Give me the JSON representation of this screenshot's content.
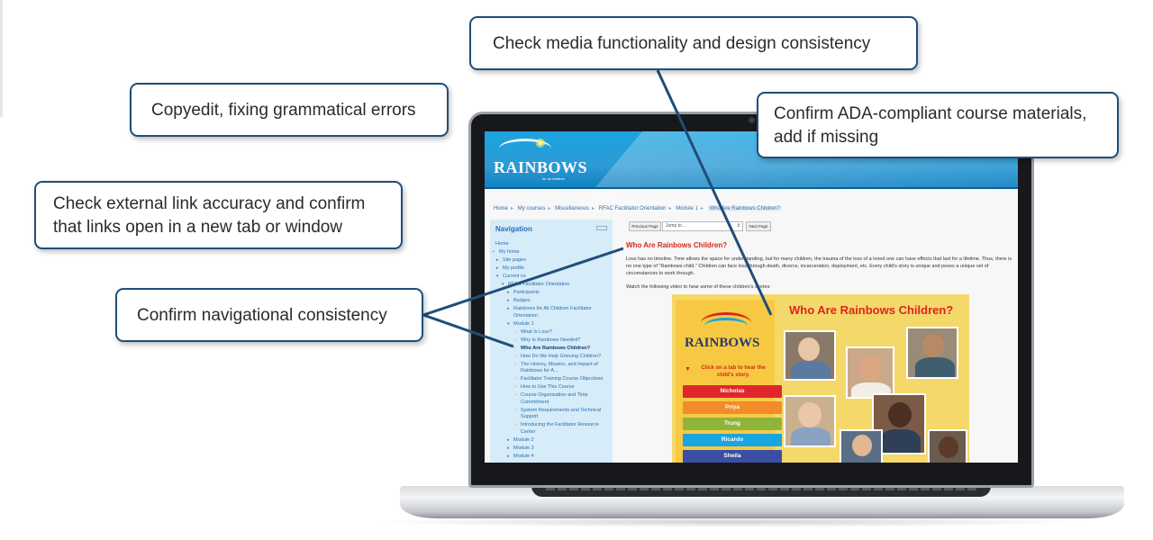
{
  "callouts": {
    "media": "Check media functionality and design consistency",
    "copyedit": "Copyedit, fixing grammatical errors",
    "ada_line1": "Confirm ADA-compliant course materials,",
    "ada_line2": "add if missing",
    "links_line1": "Check external link accuracy and confirm",
    "links_line2": "that links open in a new tab or window",
    "navigation": "Confirm navigational consistency"
  },
  "site": {
    "logo": "RAINBOWS",
    "logo_sub": "for all children"
  },
  "breadcrumb": [
    "Home",
    "My courses",
    "Miscellaneous",
    "RFAC Facilitator Orientation",
    "Module 1",
    "Who Are Rainbows Children?"
  ],
  "nav": {
    "title": "Navigation",
    "items": [
      {
        "label": "Home",
        "mark": ""
      },
      {
        "label": "My home",
        "mark": "•"
      },
      {
        "label": "Site pages",
        "mark": "▸"
      },
      {
        "label": "My profile",
        "mark": "▸"
      },
      {
        "label": "Current co",
        "mark": "▾"
      },
      {
        "label": "RFAC Facilitator Orientation",
        "mark": "▾"
      },
      {
        "label": "Participants",
        "mark": "▸"
      },
      {
        "label": "Badges",
        "mark": "▸"
      },
      {
        "label": "Rainbows for All Children Facilitator Orientation",
        "mark": "▸"
      },
      {
        "label": "Module 1",
        "mark": "▾"
      },
      {
        "label": "What Is Loss?",
        "mark": "▫"
      },
      {
        "label": "Why Is Rainbows Needed?",
        "mark": "▫"
      },
      {
        "label": "Who Are Rainbows Children?",
        "mark": "▫"
      },
      {
        "label": "How Do We Help Grieving Children?",
        "mark": "▫"
      },
      {
        "label": "The History, Mission, and Impact of Rainbows for A...",
        "mark": "▫"
      },
      {
        "label": "Facilitator Training Course Objectives",
        "mark": "▫"
      },
      {
        "label": "How to Use This Course",
        "mark": "▫"
      },
      {
        "label": "Course Organization and Time Commitment",
        "mark": "▫"
      },
      {
        "label": "System Requirements and Technical Support",
        "mark": "▫"
      },
      {
        "label": "Introducing the Facilitator Resource Center",
        "mark": "▫"
      },
      {
        "label": "Module 2",
        "mark": "▸"
      },
      {
        "label": "Module 3",
        "mark": "▸"
      },
      {
        "label": "Module 4",
        "mark": "▸"
      }
    ]
  },
  "pager": {
    "prev": "Previous Page",
    "jump": "Jump to...",
    "next": "Next Page"
  },
  "content": {
    "heading": "Who Are Rainbows Children?",
    "body": "Loss has no timeline. Time allows the space for understanding, but for many children, the trauma of the loss of a loved one can have effects that last for a lifetime. Thus, there is no one type of \"Rainbows child.\" Children can face loss through death, divorce, incarceration, deployment, etc. Every child's story is unique and poses a unique set of circumstances to work through.",
    "watch": "Watch the following video to hear some of these children's stories:"
  },
  "video": {
    "title": "Who Are Rainbows Children?",
    "logo": "RAINBOWS",
    "hint": "Click on a tab to hear the child's story.",
    "tabs": [
      {
        "label": "Nicholas",
        "color": "#e0262d"
      },
      {
        "label": "Priya",
        "color": "#f28c28"
      },
      {
        "label": "Trung",
        "color": "#8fb43a"
      },
      {
        "label": "Ricardo",
        "color": "#1aa4e0"
      },
      {
        "label": "Sheila",
        "color": "#3a4fa3"
      }
    ]
  },
  "colors": {
    "callout_border": "#1f4e79",
    "banner_blue": "#1aa4e0",
    "heading_red": "#d9261c",
    "nav_bg": "#d6ecf8"
  }
}
